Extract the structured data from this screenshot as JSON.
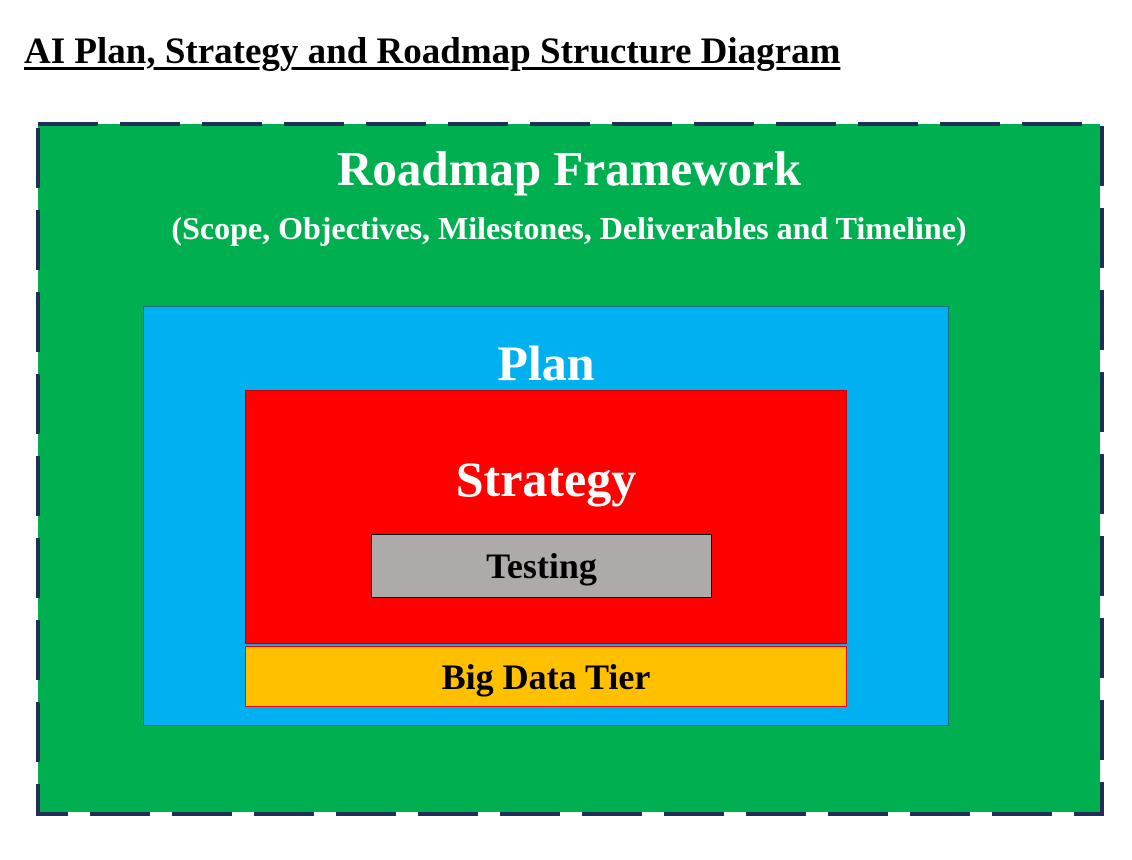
{
  "title": "AI Plan, Strategy and Roadmap Structure Diagram",
  "colors": {
    "roadmap_fill": "#00b050",
    "roadmap_border": "#1f2f55",
    "plan_fill": "#00b0f0",
    "strategy_fill": "#ff0000",
    "testing_fill": "#aeaaaa",
    "big_data_fill": "#ffc000"
  },
  "roadmap": {
    "title": "Roadmap Framework",
    "subtitle": "(Scope, Objectives, Milestones, Deliverables and Timeline)",
    "plan": {
      "title": "Plan",
      "strategy": {
        "title": "Strategy",
        "testing": {
          "label": "Testing"
        }
      },
      "big_data_tier": {
        "label": "Big Data Tier"
      }
    }
  }
}
